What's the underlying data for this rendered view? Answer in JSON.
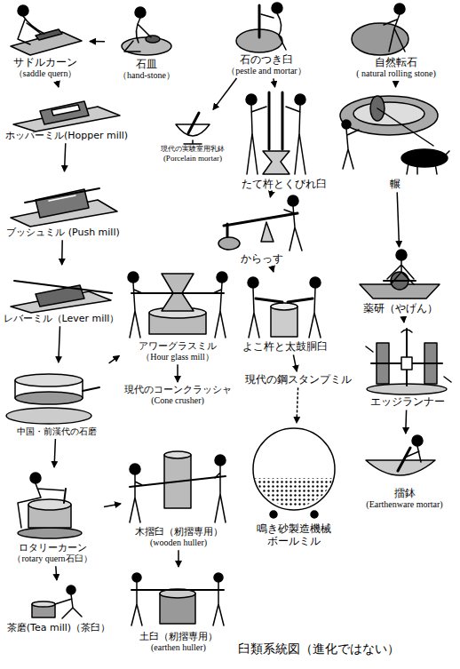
{
  "diagram": {
    "caption": "臼類系統図（進化ではない）",
    "nodes": [
      {
        "text": [
          "サドルカーン",
          "（saddle quern）"
        ]
      },
      {
        "text": [
          "石皿",
          "（hand-stone）"
        ]
      },
      {
        "text": [
          "石のつき臼",
          "（pestle and mortar）"
        ]
      },
      {
        "text": [
          "自然転石",
          "( natural rolling stone)"
        ]
      },
      {
        "text": [
          "現代の実験室用乳鉢",
          "(Porcelain mortar)"
        ]
      },
      {
        "text": [
          "たて杵とくびれ臼"
        ]
      },
      {
        "text": [
          "輾"
        ]
      },
      {
        "text": [
          "ホッパーミル(Hopper mill)"
        ]
      },
      {
        "text": [
          "ブッシュミル (Push mill)"
        ]
      },
      {
        "text": [
          "からっす"
        ]
      },
      {
        "text": [
          "薬研（やげん）"
        ]
      },
      {
        "text": [
          "レバーミル（Lever mill）"
        ]
      },
      {
        "text": [
          "アワーグラスミル",
          "（Hour glass mill）"
        ]
      },
      {
        "text": [
          "よこ杵と太鼓胴臼"
        ]
      },
      {
        "text": [
          "現代の鋼スタンプミル"
        ]
      },
      {
        "text": [
          "現代のコーンクラッシャ",
          "(Cone crusher)"
        ]
      },
      {
        "text": [
          "エッジランナー"
        ]
      },
      {
        "text": [
          "中国・前漢代の石磨"
        ]
      },
      {
        "text": [
          "木摺臼（籾摺専用）",
          "(wooden huller)"
        ]
      },
      {
        "text": [
          "鳴き砂製造機械 ボールミル"
        ]
      },
      {
        "text": [
          "擂鉢",
          "(Earthenware mortar)"
        ]
      },
      {
        "text": [
          "ロタリーカーン",
          "（rotary quern石臼）"
        ]
      },
      {
        "text": [
          "茶磨(Tea mill)（茶臼）"
        ]
      },
      {
        "text": [
          "土臼（籾摺専用）",
          "(earthen huller)"
        ]
      }
    ],
    "edges": [
      {
        "from": 1,
        "to": 0,
        "arrow": "to"
      },
      {
        "from": 2,
        "to": 4,
        "arrow": "to"
      },
      {
        "from": 2,
        "to": 5,
        "arrow": "to"
      },
      {
        "from": 3,
        "to": 6,
        "arrow": "to"
      },
      {
        "from": 0,
        "to": 7,
        "arrow": "to"
      },
      {
        "from": 7,
        "to": 8,
        "arrow": "to"
      },
      {
        "from": 8,
        "to": 11,
        "arrow": "to"
      },
      {
        "from": 11,
        "to": 17,
        "arrow": "to"
      },
      {
        "from": 17,
        "to": 21,
        "arrow": "to"
      },
      {
        "from": 21,
        "to": 22,
        "arrow": "to"
      },
      {
        "from": 17,
        "to": 12,
        "arrow": "to"
      },
      {
        "from": 12,
        "to": 15,
        "arrow": "to"
      },
      {
        "from": 21,
        "to": 18,
        "arrow": "to"
      },
      {
        "from": 18,
        "to": 23,
        "arrow": "to"
      },
      {
        "from": 5,
        "to": 9,
        "arrow": "to"
      },
      {
        "from": 9,
        "to": 13,
        "arrow": "to"
      },
      {
        "from": 13,
        "to": 14,
        "arrow": "to"
      },
      {
        "from": 14,
        "to": 19,
        "arrow": "to"
      },
      {
        "from": 6,
        "to": 10,
        "arrow": "to"
      },
      {
        "from": 10,
        "to": 16,
        "arrow": "to"
      },
      {
        "from": 16,
        "to": 20,
        "arrow": "to"
      }
    ]
  }
}
